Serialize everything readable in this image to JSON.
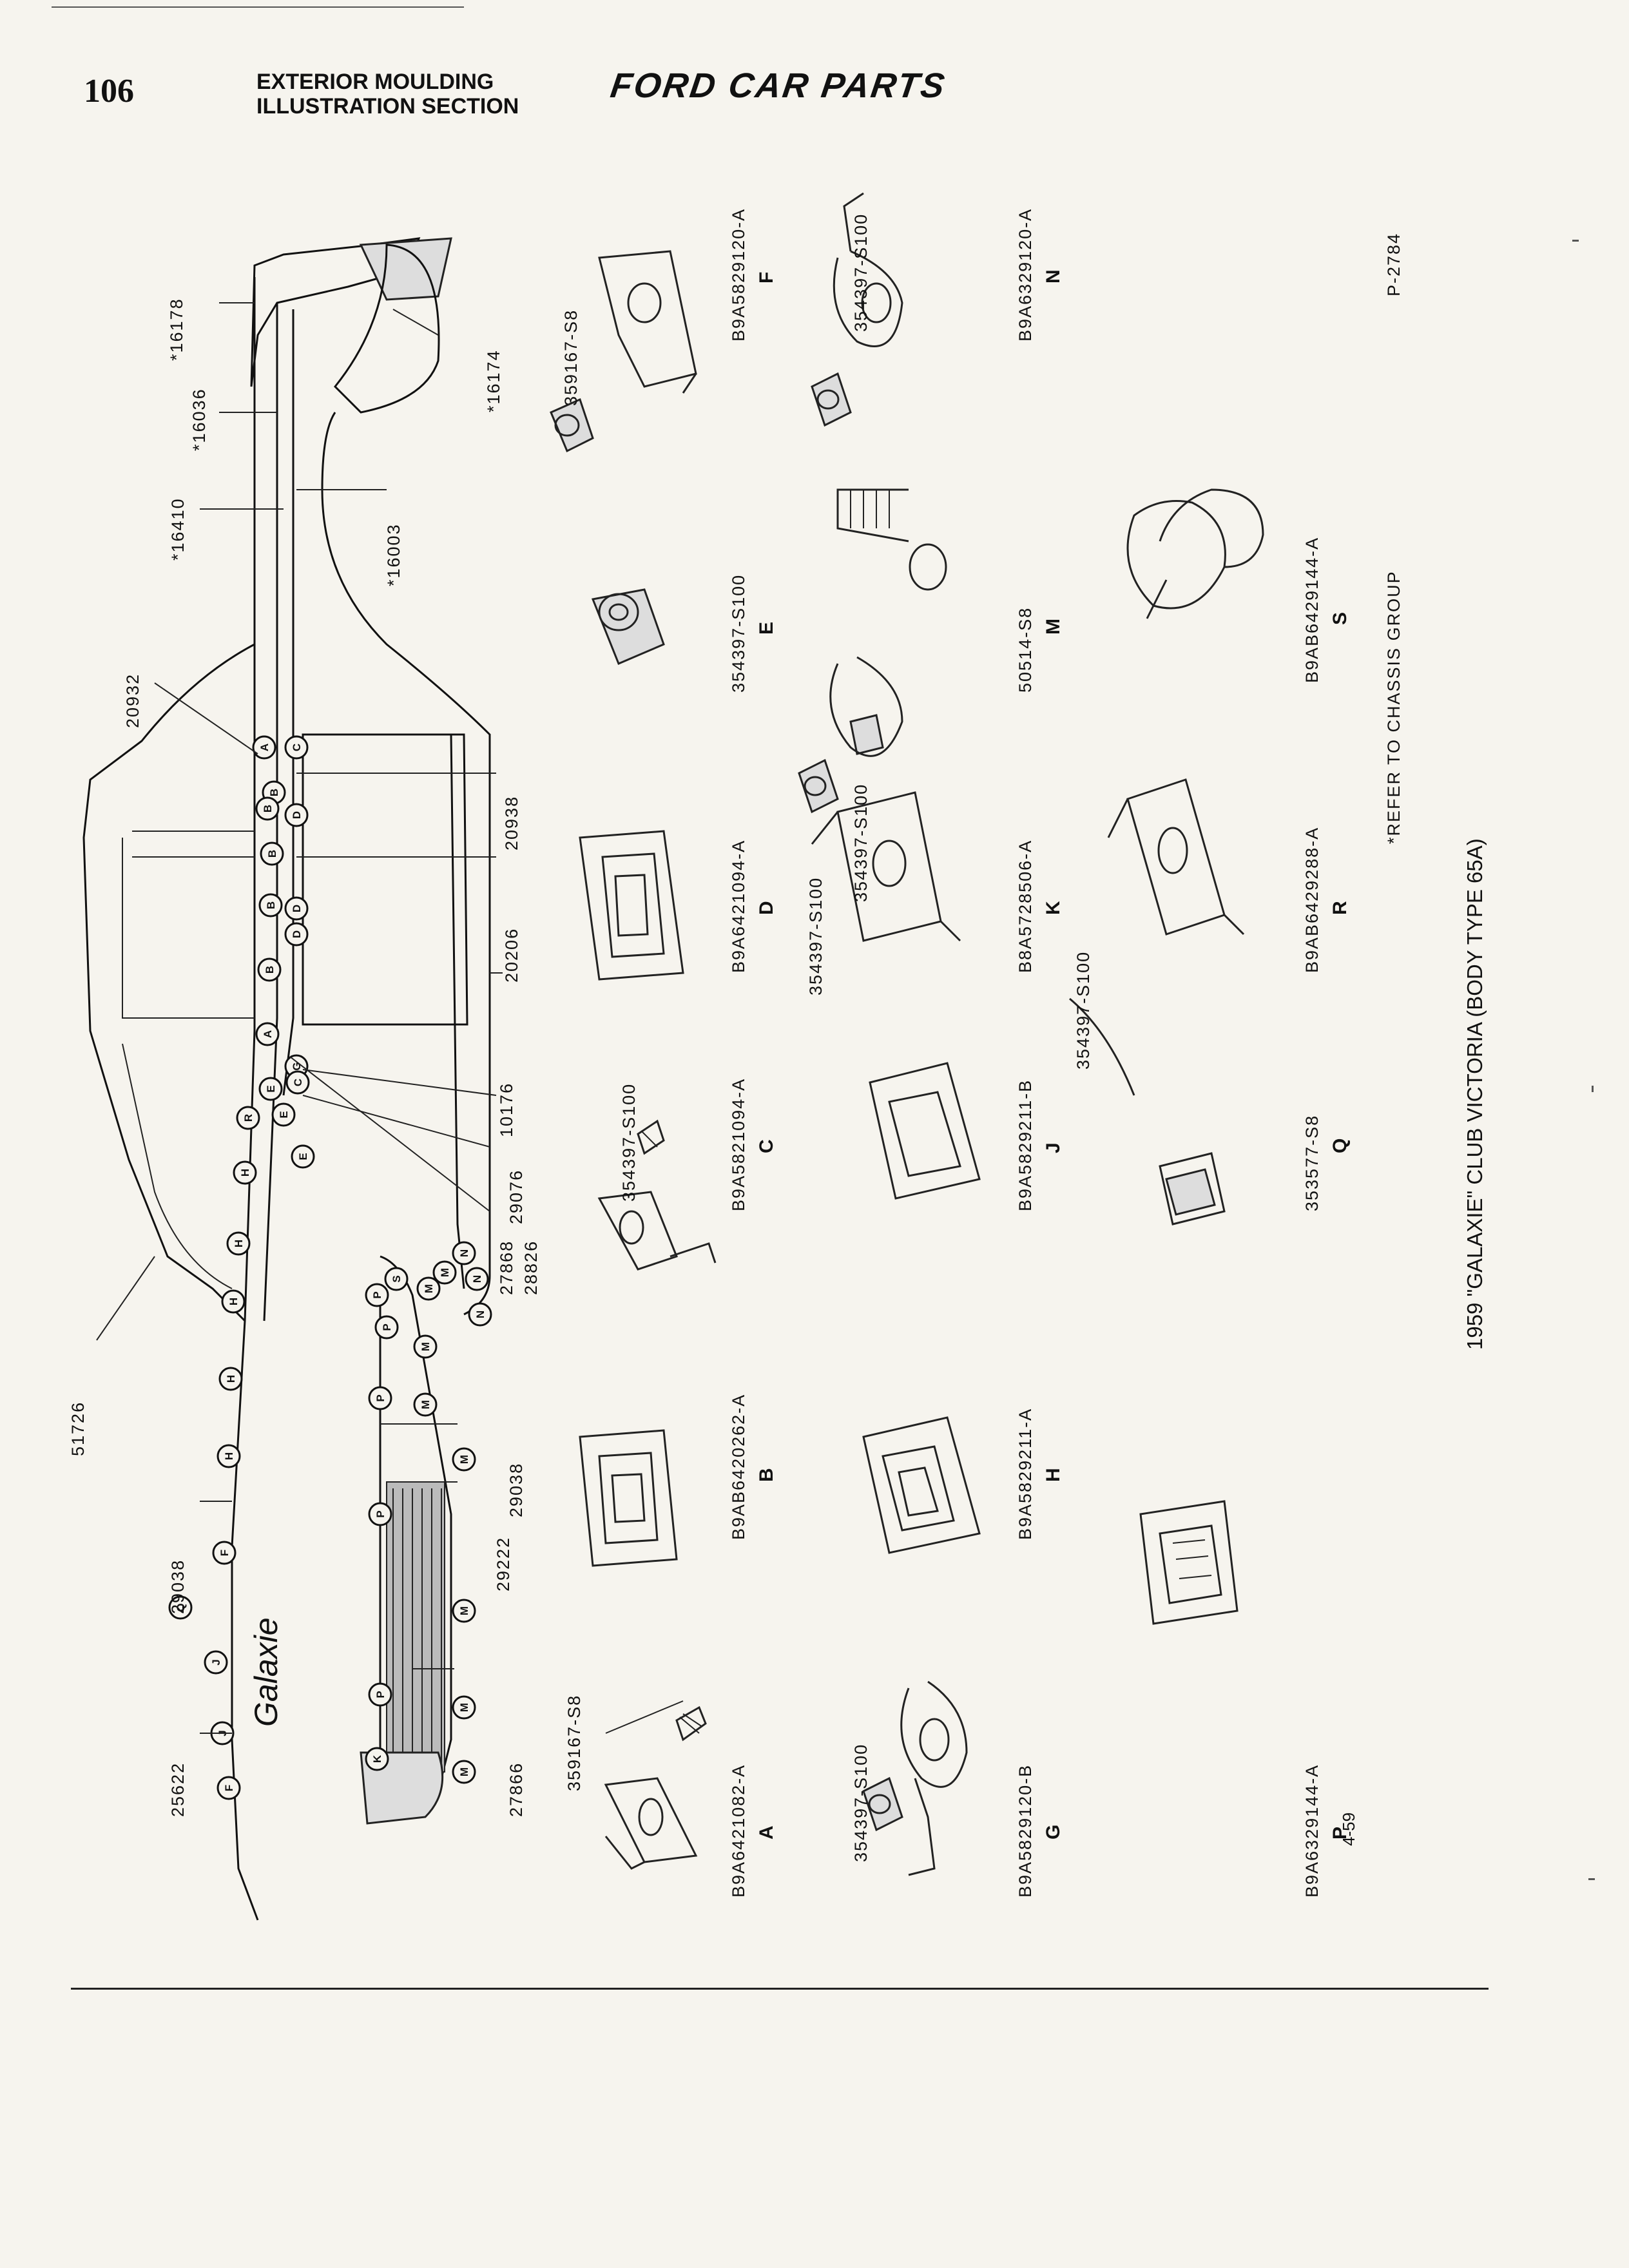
{
  "header": {
    "page_number": "106",
    "section_line1": "EXTERIOR MOULDING",
    "section_line2": "ILLUSTRATION SECTION",
    "brand": "FORD CAR PARTS"
  },
  "caption": "1959 \"GALAXIE\" CLUB VICTORIA (BODY TYPE 65A)",
  "illustration_code": "P-2784",
  "footnote": "*REFER TO CHASSIS GROUP",
  "date_code": "4-59",
  "car_labels": [
    "*16178",
    "*16036",
    "*16410",
    "*16003",
    "*16174",
    "20932",
    "20938",
    "20206",
    "10176",
    "29076",
    "27868",
    "28826",
    "51726",
    "29038",
    "29038",
    "29222",
    "27866",
    "25622"
  ],
  "bubbles": [
    "F",
    "J",
    "J",
    "F",
    "H",
    "H",
    "H",
    "H",
    "H",
    "R",
    "E",
    "E",
    "E",
    "G",
    "A",
    "A",
    "B",
    "B",
    "B",
    "B",
    "B",
    "C",
    "C",
    "D",
    "D",
    "D",
    "Q",
    "K",
    "P",
    "P",
    "P",
    "P",
    "P",
    "M",
    "M",
    "M",
    "M",
    "M",
    "M",
    "M",
    "M",
    "N",
    "N",
    "N",
    "S"
  ],
  "hardware_labels": [
    "359167-S8",
    "354397-S100",
    "354397-S100",
    "359167-S8",
    "354397-S100",
    "354397-S100",
    "354397-S100",
    "354397-S100"
  ],
  "car_script": "Galaxie",
  "parts": [
    {
      "number": "B9A6421082-A",
      "letter": "A"
    },
    {
      "number": "B9AB6420262-A",
      "letter": "B"
    },
    {
      "number": "B9A5821094-A",
      "letter": "C"
    },
    {
      "number": "B9A6421094-A",
      "letter": "D"
    },
    {
      "number": "354397-S100",
      "letter": "E"
    },
    {
      "number": "B9A5829120-A",
      "letter": "F"
    },
    {
      "number": "B9A5829120-B",
      "letter": "G"
    },
    {
      "number": "B9A5829211-A",
      "letter": "H"
    },
    {
      "number": "B9A5829211-B",
      "letter": "J"
    },
    {
      "number": "B8A5728506-A",
      "letter": "K"
    },
    {
      "number": "50514-S8",
      "letter": "M"
    },
    {
      "number": "B9A6329120-A",
      "letter": "N"
    },
    {
      "number": "B9A6329144-A",
      "letter": "P"
    },
    {
      "number": "353577-S8",
      "letter": "Q"
    },
    {
      "number": "B9AB6429288-A",
      "letter": "R"
    },
    {
      "number": "B9AB6429144-A",
      "letter": "S"
    }
  ]
}
